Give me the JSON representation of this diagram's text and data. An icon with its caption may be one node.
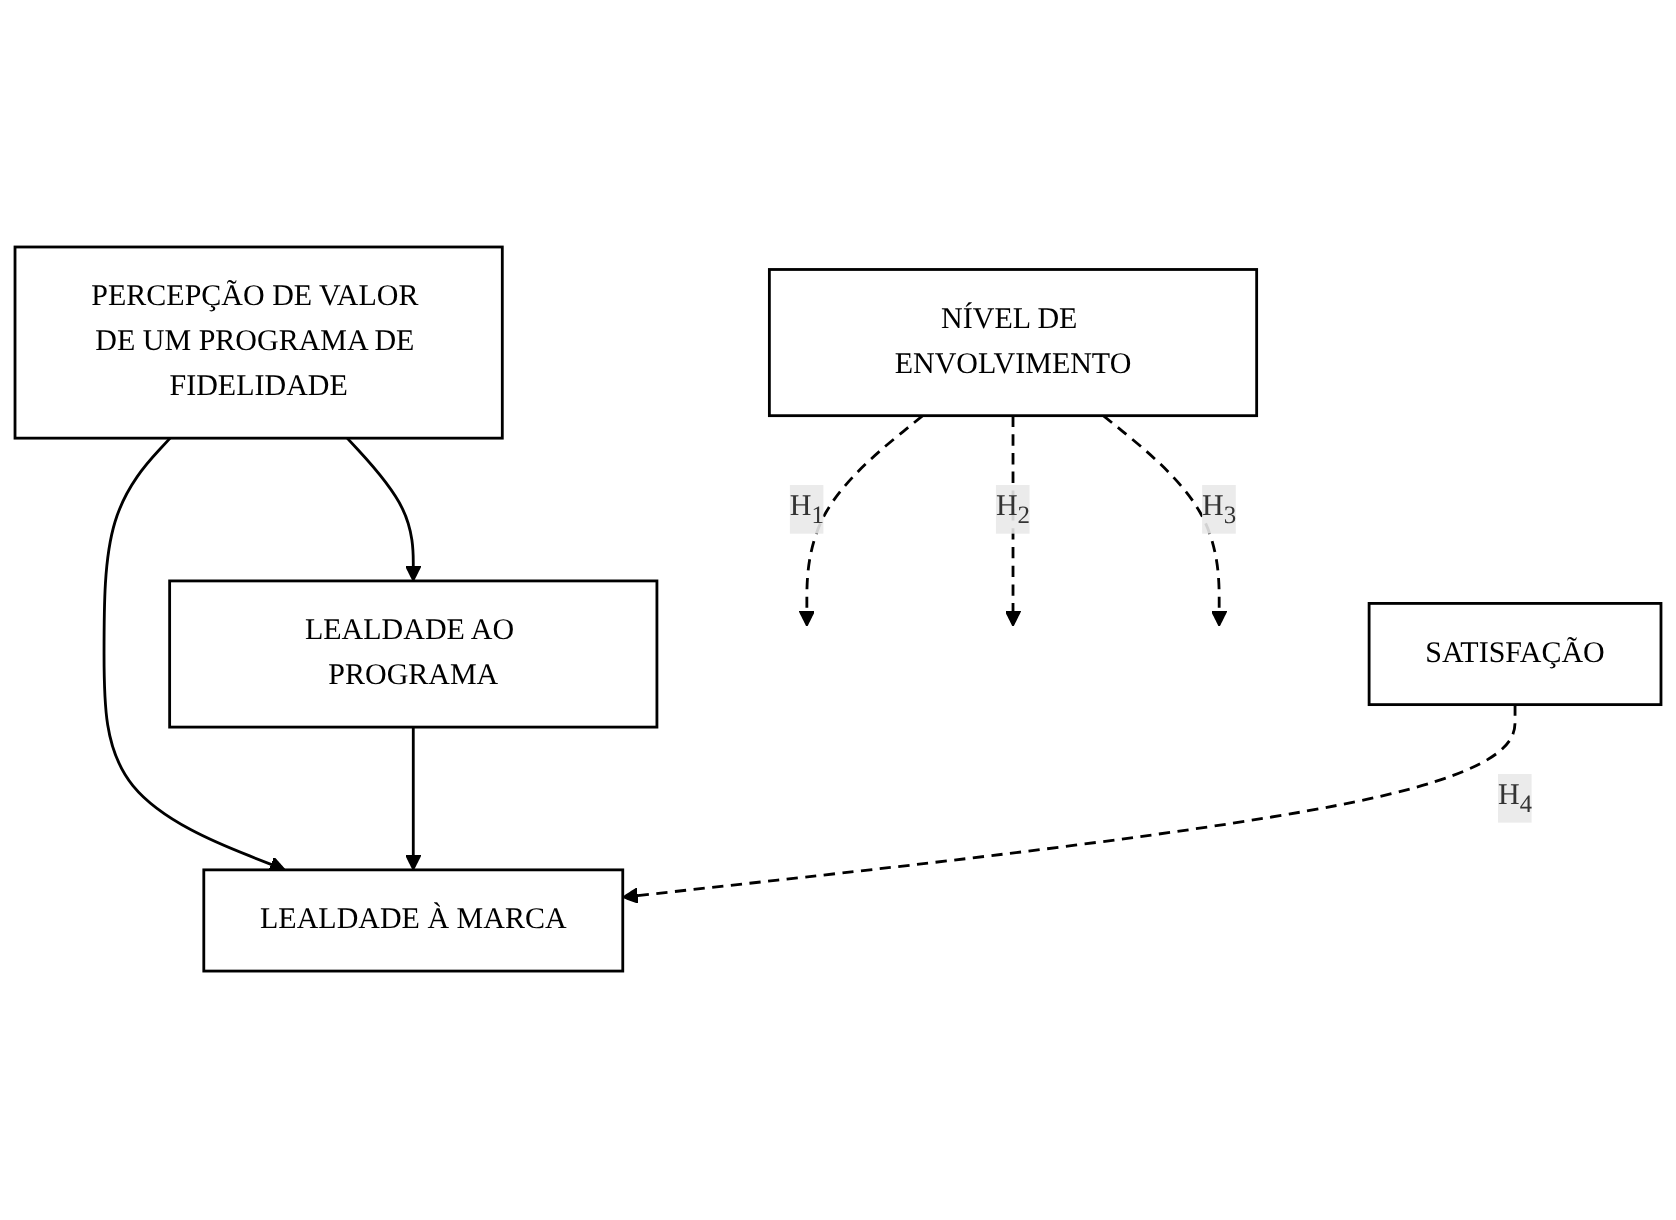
{
  "diagram": {
    "nodes": [
      {
        "text": [
          "NÍVEL DE ENVOLVIMENTO"
        ]
      },
      {
        "text": [
          "PERCEPÇÃO DE VALOR DE UM PROGRAMA DE FIDELIDADE"
        ]
      },
      {
        "text": [
          "LEALDADE AO PROGRAMA"
        ]
      },
      {
        "text": [
          "LEALDADE À MARCA"
        ]
      },
      {
        "text": [
          "SATISFAÇÃO"
        ]
      }
    ],
    "edges": [
      {
        "from": 0,
        "to": null,
        "arrow": "to",
        "style": "dashed",
        "label": "H$_{1}$"
      },
      {
        "from": 0,
        "to": null,
        "arrow": "to",
        "style": "dashed",
        "label": "H$_{2}$"
      },
      {
        "from": 0,
        "to": null,
        "arrow": "to",
        "style": "dashed",
        "label": "H$_{3}$"
      },
      {
        "from": 1,
        "to": 3,
        "arrow": "to"
      },
      {
        "from": 1,
        "to": 2,
        "arrow": "to"
      },
      {
        "from": 2,
        "to": 3,
        "arrow": "to"
      },
      {
        "from": 4,
        "to": 3,
        "arrow": "to",
        "style": "dashed",
        "label": "H$_{4}$"
      }
    ]
  }
}
